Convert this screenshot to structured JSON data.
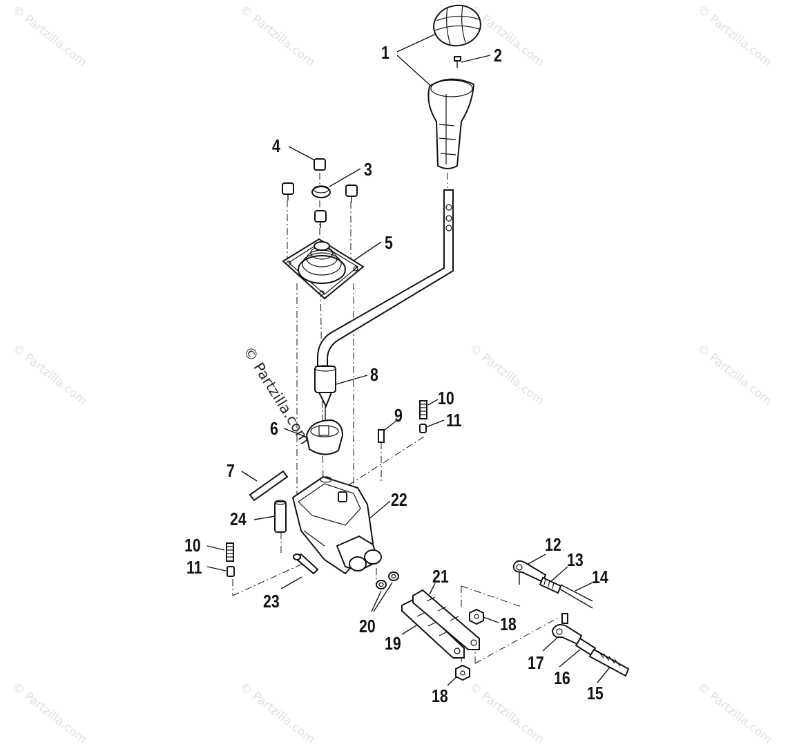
{
  "watermark": {
    "text": "© Partzilla.com"
  },
  "callouts": [
    "1",
    "2",
    "3",
    "4",
    "5",
    "6",
    "7",
    "8",
    "9",
    "10",
    "10",
    "11",
    "11",
    "12",
    "13",
    "14",
    "15",
    "16",
    "17",
    "18",
    "18",
    "19",
    "20",
    "21",
    "22",
    "23",
    "24"
  ]
}
